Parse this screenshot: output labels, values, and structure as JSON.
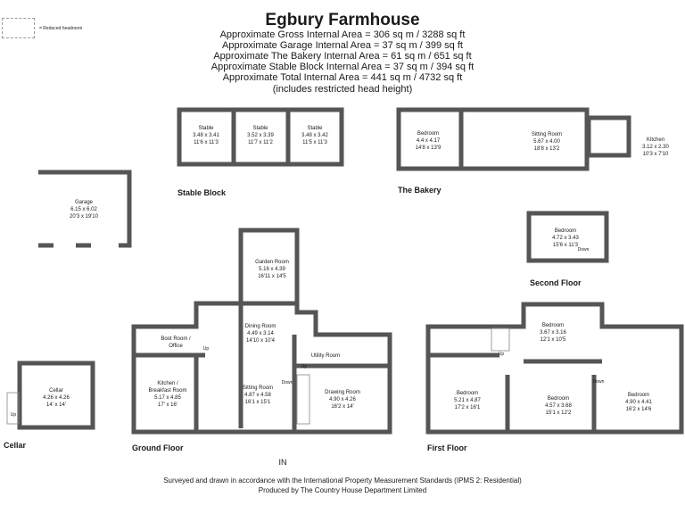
{
  "title": "Egbury Farmhouse",
  "areas": [
    "Approximate Gross Internal Area = 306 sq m / 3288 sq ft",
    "Approximate Garage Internal Area = 37 sq m / 399 sq ft",
    "Approximate The Bakery Internal Area = 61 sq m / 651 sq ft",
    "Approximate Stable Block Internal Area = 37 sq m / 394 sq ft",
    "Approximate Total Internal Area = 441 sq m / 4732 sq ft",
    "(includes restricted head height)"
  ],
  "legend": {
    "label": "= Reduced headroom"
  },
  "sections": {
    "stable_block": "Stable Block",
    "bakery": "The Bakery",
    "second_floor": "Second Floor",
    "cellar": "Cellar",
    "ground_floor": "Ground Floor",
    "first_floor": "First Floor"
  },
  "rooms": {
    "stable1": [
      "Stable",
      "3.48 x 3.41",
      "11'6 x 11'3"
    ],
    "stable2": [
      "Stable",
      "3.52 x 3.39",
      "11'7 x 11'2"
    ],
    "stable3": [
      "Stable",
      "3.48 x 3.42",
      "11'5 x 11'3"
    ],
    "bakery_bedroom": [
      "Bedroom",
      "4.4 x 4.17",
      "14'8 x 13'9"
    ],
    "bakery_sitting": [
      "Sitting Room",
      "5.67 x 4.00",
      "18'8 x 13'2"
    ],
    "bakery_kitchen": [
      "Kitchen",
      "3.12 x 2.30",
      "10'3 x 7'10"
    ],
    "garage": [
      "Garage",
      "6.15 x 6.02",
      "20'3 x 19'10"
    ],
    "second_bedroom": [
      "Bedroom",
      "4.72 x 3.43",
      "15'6 x 11'3"
    ],
    "garden_room": [
      "Garden Room",
      "5.16 x 4.39",
      "16'11 x 14'5"
    ],
    "dining_room": [
      "Dining Room",
      "4.49 x 3.14",
      "14'10 x 10'4"
    ],
    "boot_room": [
      "Boot Room /",
      "Office"
    ],
    "utility_room": [
      "Utility Room"
    ],
    "kitchen": [
      "Kitchen /",
      "Breakfast Room",
      "5.17 x 4.85",
      "17' x 16'"
    ],
    "sitting_room": [
      "Sitting Room",
      "4.87 x 4.58",
      "16'1 x 15'1"
    ],
    "drawing_room": [
      "Drawing Room",
      "4.90 x 4.26",
      "16'2 x 14'"
    ],
    "cellar": [
      "Cellar",
      "4.26 x 4.26",
      "14' x 14'"
    ],
    "ff_bedroom_top": [
      "Bedroom",
      "3.67 x 3.16",
      "12'1 x 10'5"
    ],
    "ff_bedroom_left": [
      "Bedroom",
      "5.21 x 4.87",
      "17'2 x 16'1"
    ],
    "ff_bedroom_mid": [
      "Bedroom",
      "4.57 x 3.68",
      "15'1 x 12'2"
    ],
    "ff_bedroom_right": [
      "Bedroom",
      "4.90 x 4.41",
      "16'2 x 14'6"
    ]
  },
  "markers": {
    "up": "Up",
    "down": "Down",
    "entrance": "IN"
  },
  "footer": [
    "Surveyed and drawn in accordance with the International Property Measurement Standards (IPMS 2: Residential)",
    "Produced by The Country House Department Limited"
  ]
}
